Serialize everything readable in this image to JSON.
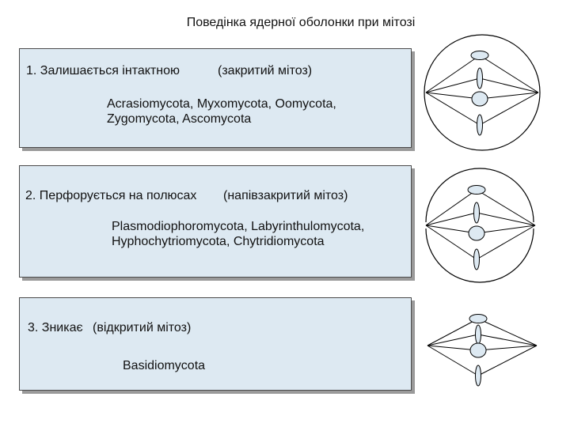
{
  "title": "Поведінка ядерної оболонки при мітозі",
  "rows": [
    {
      "label": "1. Залишається інтактною",
      "type": "(закритий мітоз)",
      "groups": "Acrasiomycota, Myxomycota, Oomycota,\nZygomycota, Ascomycota"
    },
    {
      "label": "2. Перфорується на полюсах",
      "type": "(напівзакритий мітоз)",
      "groups": "Plasmodiophoromycota, Labyrinthulomycota,\nHyphochytriomycota, Chytridiomycota"
    },
    {
      "label": "3. Зникає",
      "type": "(відкритий мітоз)",
      "groups": "Basidiomycota"
    }
  ],
  "colors": {
    "box_fill": "#dde9f2",
    "border": "#4a4a4a",
    "shadow": "#9a9a9a"
  }
}
